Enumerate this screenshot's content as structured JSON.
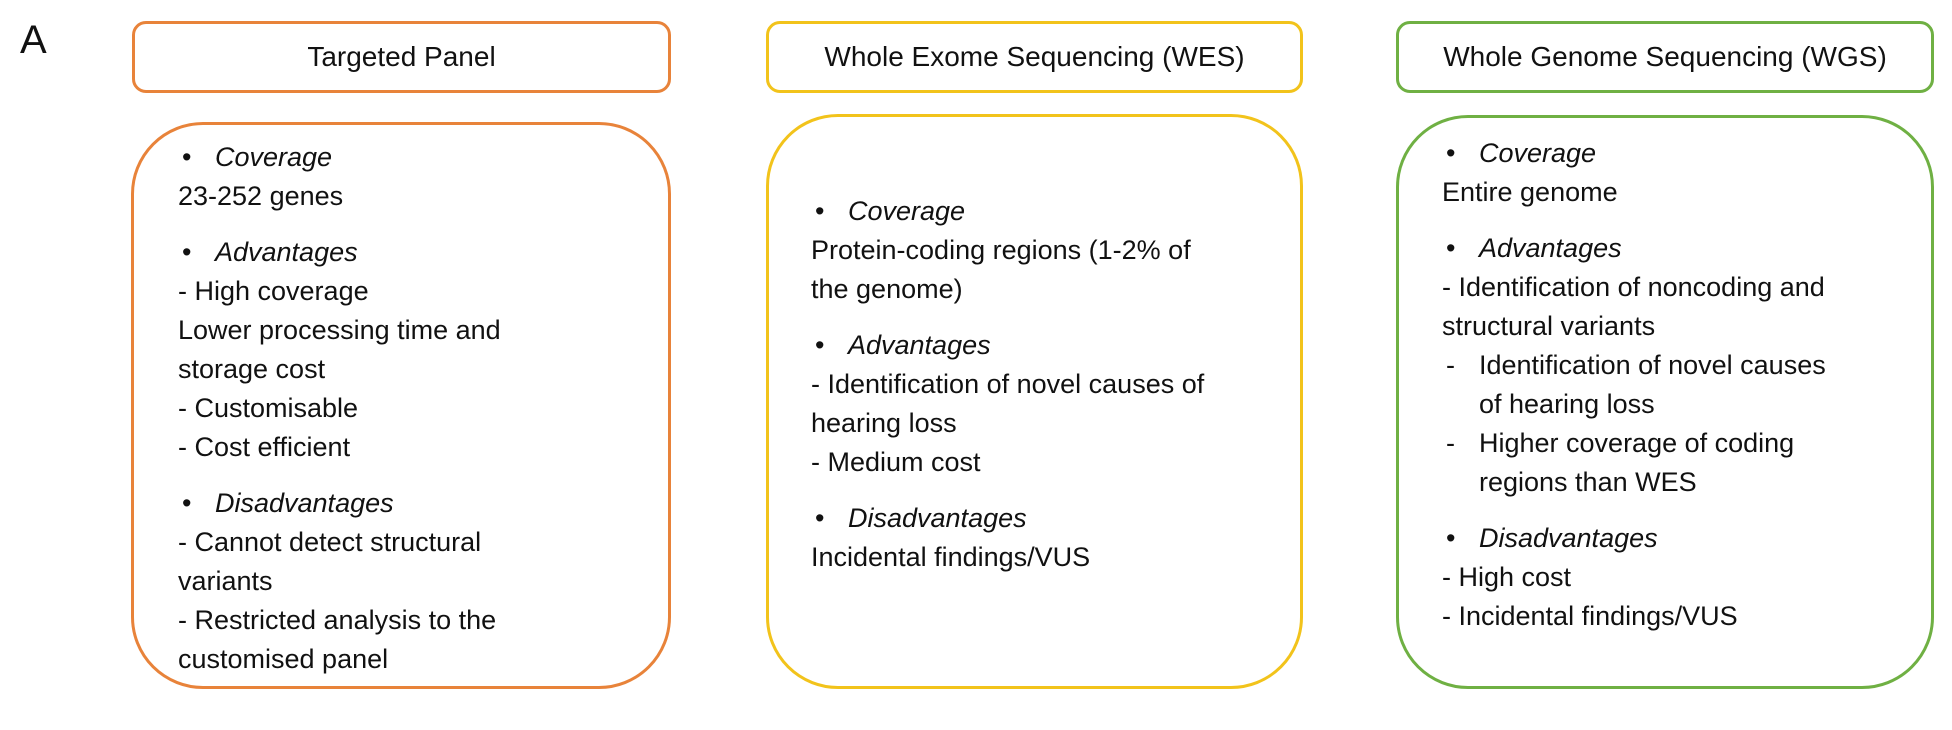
{
  "panel_label": "A",
  "columns": {
    "targeted": {
      "title": "Targeted Panel",
      "coverage_heading": "Coverage",
      "coverage_lines": [
        "23-252 genes"
      ],
      "advantages_heading": "Advantages",
      "advantages_lines": [
        "- High coverage",
        "Lower processing time and",
        "storage cost",
        "- Customisable",
        "- Cost efficient"
      ],
      "disadvantages_heading": "Disadvantages",
      "disadvantages_lines": [
        "- Cannot detect structural",
        "variants",
        "- Restricted analysis to the",
        "customised panel"
      ]
    },
    "wes": {
      "title": "Whole Exome Sequencing (WES)",
      "coverage_heading": "Coverage",
      "coverage_lines": [
        "Protein-coding regions (1-2% of",
        "the genome)"
      ],
      "advantages_heading": "Advantages",
      "advantages_lines": [
        "- Identification of novel causes of",
        "hearing loss",
        "- Medium cost"
      ],
      "disadvantages_heading": "Disadvantages",
      "disadvantages_lines": [
        "Incidental findings/VUS"
      ]
    },
    "wgs": {
      "title": "Whole Genome Sequencing (WGS)",
      "coverage_heading": "Coverage",
      "coverage_lines": [
        "Entire genome"
      ],
      "advantages_heading": "Advantages",
      "advantages_lines": [
        "- Identification of noncoding and",
        "structural variants"
      ],
      "advantages_dash_items": [
        {
          "marker": "-",
          "lines": [
            "Identification of novel causes",
            "of hearing loss"
          ]
        },
        {
          "marker": "-",
          "lines": [
            "Higher coverage of coding",
            "regions than WES"
          ]
        }
      ],
      "disadvantages_heading": "Disadvantages",
      "disadvantages_lines": [
        "- High cost",
        "- Incidental findings/VUS"
      ]
    }
  },
  "colors": {
    "targeted": "#e8833a",
    "wes": "#f2c31b",
    "wgs": "#6fb043"
  },
  "bullet_glyph": "•"
}
